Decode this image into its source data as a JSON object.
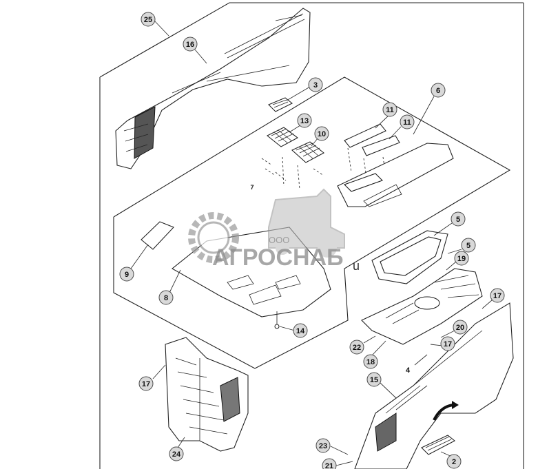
{
  "watermark": {
    "company_prefix": "ООО",
    "company_name": "АГРОСНАБ",
    "suffix": "u"
  },
  "callouts": [
    "25",
    "16",
    "3",
    "6",
    "13",
    "10",
    "11",
    "11",
    "7",
    "9",
    "8",
    "14",
    "5",
    "5",
    "19",
    "17",
    "20",
    "17",
    "22",
    "18",
    "4",
    "15",
    "17",
    "24",
    "23",
    "21",
    "2"
  ]
}
